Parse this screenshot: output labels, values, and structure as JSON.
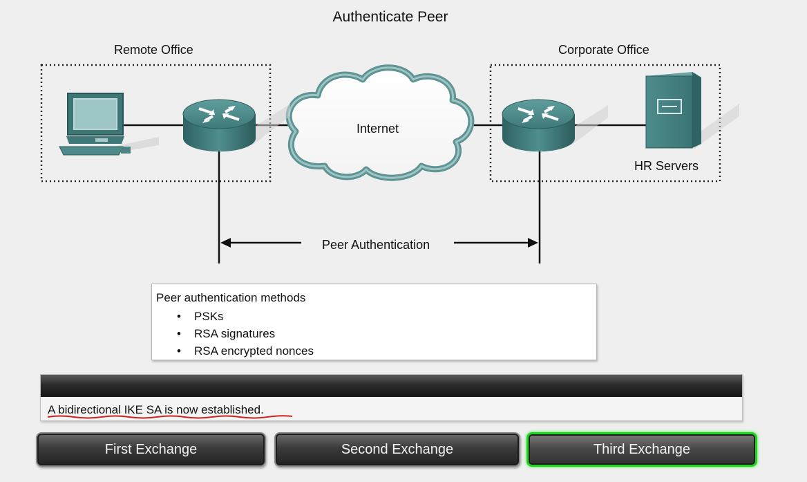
{
  "diagram": {
    "title": "Authenticate Peer",
    "remote_office_label": "Remote Office",
    "corporate_office_label": "Corporate Office",
    "internet_label": "Internet",
    "hr_servers_label": "HR Servers",
    "peer_auth_label": "Peer Authentication"
  },
  "methods": {
    "title": "Peer authentication methods",
    "items": [
      "PSKs",
      "RSA signatures",
      "RSA encrypted nonces"
    ]
  },
  "status": {
    "text": "A bidirectional IKE SA is now established."
  },
  "exchanges": {
    "first": "First Exchange",
    "second": "Second Exchange",
    "third": "Third Exchange",
    "active": "Third Exchange"
  },
  "colors": {
    "device_teal": "#4a8b8b",
    "active_border": "#1ed61e",
    "underline_red": "#d42020"
  }
}
